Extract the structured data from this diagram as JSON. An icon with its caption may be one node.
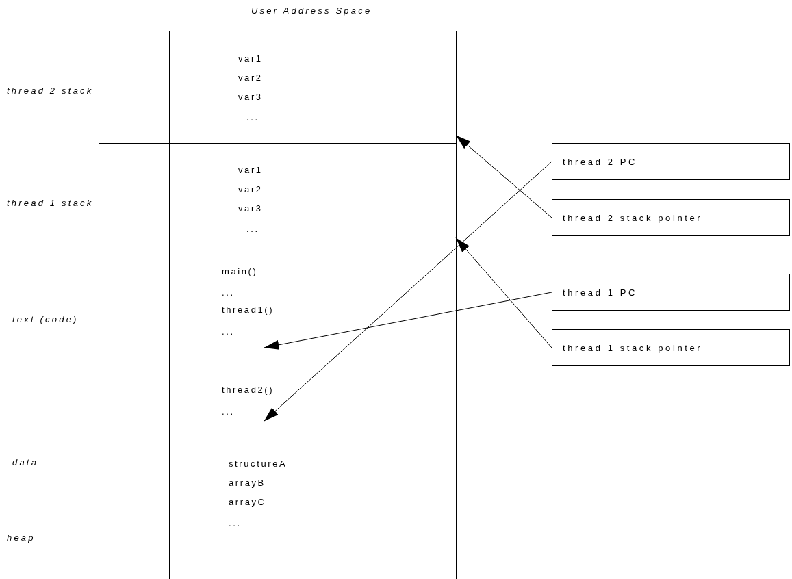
{
  "diagram": {
    "nodes": [
      {
        "text": [
          "User Address Space"
        ]
      },
      {
        "text": [
          "var1",
          "var2",
          "var3",
          "..."
        ],
        "in": 0
      },
      {
        "text": [
          "var1",
          "var2",
          "var3",
          "..."
        ],
        "in": 0
      },
      {
        "text": [
          "main()",
          "...",
          "thread1()",
          "...",
          "thread2()",
          "..."
        ],
        "in": 0
      },
      {
        "text": [
          "structureA",
          "arrayB",
          "arrayC",
          "..."
        ],
        "in": 0
      },
      {
        "text": [
          "thread 2 PC"
        ]
      },
      {
        "text": [
          "thread 2 stack pointer"
        ]
      },
      {
        "text": [
          "thread 1 PC"
        ]
      },
      {
        "text": [
          "thread 1 stack pointer"
        ]
      }
    ],
    "edges": [
      {
        "from": 6,
        "to": 1,
        "arrow": "to"
      },
      {
        "from": 5,
        "to": 3,
        "arrow": "to"
      },
      {
        "from": 7,
        "to": 3,
        "arrow": "to"
      },
      {
        "from": 8,
        "to": 2,
        "arrow": "to"
      }
    ],
    "labels": [
      "thread 2 stack",
      "thread 1 stack",
      "text (code)",
      "data",
      "heap"
    ]
  }
}
